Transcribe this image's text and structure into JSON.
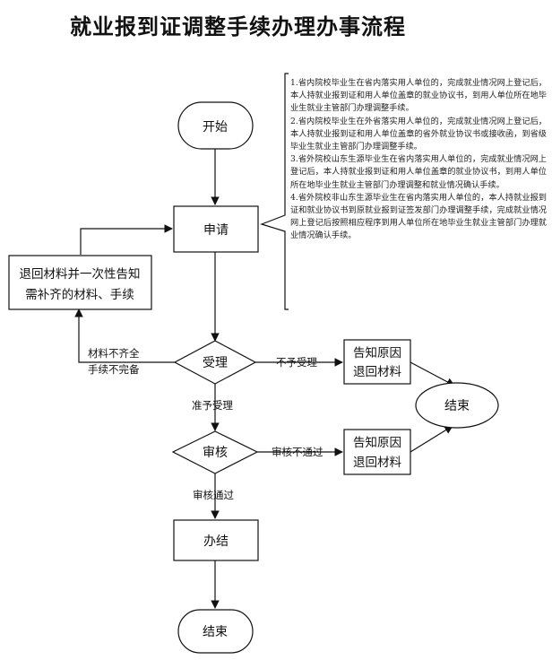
{
  "title": "就业报到证调整手续办理办事流程",
  "nodes": {
    "start": "开始",
    "apply": "申请",
    "return_box_line1": "退回材料并一次性告知",
    "return_box_line2": "需补齐的材料、手续",
    "accept": "受理",
    "review": "审核",
    "notify1_line1": "告知原因",
    "notify1_line2": "退回材料",
    "notify2_line1": "告知原因",
    "notify2_line2": "退回材料",
    "end_right": "结束",
    "process": "办结",
    "end_bottom": "结束"
  },
  "edges": {
    "incomplete_line1": "材料不齐全",
    "incomplete_line2": "手续不完备",
    "not_accepted": "不予受理",
    "accepted": "准予受理",
    "review_failed": "审核不通过",
    "review_passed": "审核通过"
  },
  "notes": [
    "1.省内院校毕业生在省内落实用人单位的，完成就业情况网上登记后，本人持就业报到证和用人单位盖章的就业协议书，到用人单位所在地毕业生就业主管部门办理调整手续。",
    "2.省内院校毕业生在外省落实用人单位的，完成就业情况网上登记后，本人持就业报到证和用人单位盖章的省外就业协议书或接收函，到省级毕业生就业主管部门办理调整手续。",
    "3.省外院校山东生源毕业生在省内落实用人单位的，完成就业情况网上登记后，本人持就业报到证和用人单位盖章的就业协议书，到用人单位所在地毕业生就业主管部门办理调整和就业情况确认手续。",
    "4.省外院校非山东生源毕业生在省内落实用人单位的，本人持就业报到证和就业协议书到原就业报到证签发部门办理调整手续，完成就业情况网上登记后按照相应程序到用人单位所在地毕业生就业主管部门办理就业情况确认手续。"
  ]
}
